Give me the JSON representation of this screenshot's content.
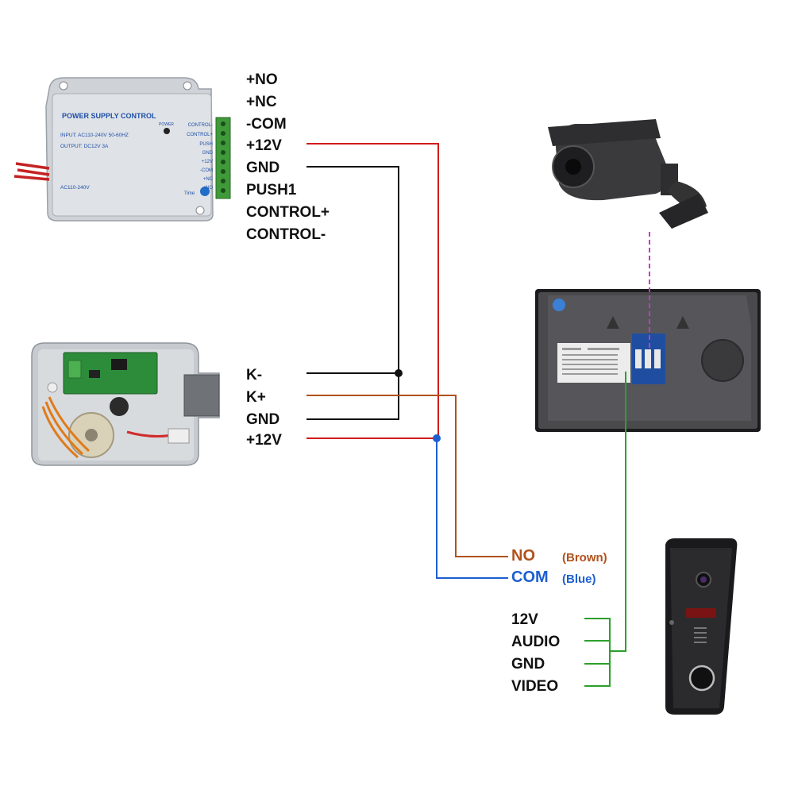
{
  "colors": {
    "red": "#d11a1a",
    "black": "#111111",
    "brown": "#b0521c",
    "blue": "#1d5fd1",
    "green": "#2ca02c",
    "magenta": "#cc33cc"
  },
  "power_supply": {
    "title": "POWER SUPPLY CONTROL",
    "input": "INPUT: AC110-240V 50-60HZ",
    "output": "OUTPUT: DC12V  3A",
    "ac_label": "AC110-240V",
    "power_label": "POWER",
    "time_label": "Time",
    "terminals": [
      "CONTROL-",
      "CONTROL+",
      "PUSH",
      "GND",
      "+12V",
      "-COM",
      "+NC",
      "+NO"
    ]
  },
  "psu_pins": [
    "+NO",
    "+NC",
    "-COM",
    "+12V",
    "GND",
    "PUSH1",
    "CONTROL+",
    "CONTROL-"
  ],
  "lock_pins": [
    "K-",
    "K+",
    "GND",
    "+12V"
  ],
  "monitor_outputs": {
    "no_label": "NO",
    "no_color": "(Brown)",
    "com_label": "COM",
    "com_color": "(Blue)"
  },
  "doorbell_pins": [
    "12V",
    "AUDIO",
    "GND",
    "VIDEO"
  ]
}
